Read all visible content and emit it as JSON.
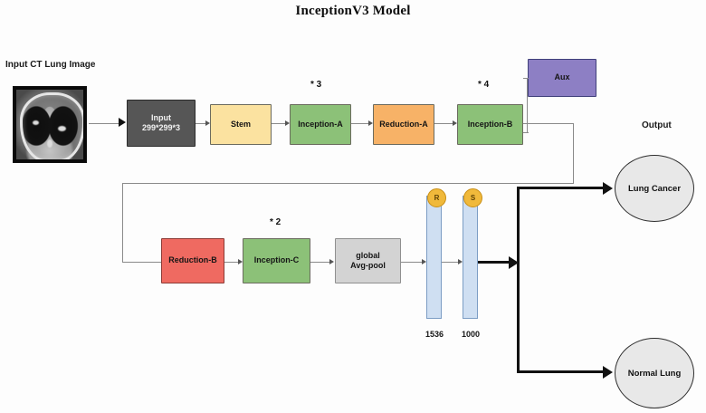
{
  "diagram": {
    "title": "InceptionV3 Model",
    "input_label": "Input CT Lung Image",
    "output_label": "Output",
    "input_image_name": "ct-lung-scan"
  },
  "stage1": {
    "input": {
      "line1": "Input",
      "line2": "299*299*3",
      "color": "#565656"
    },
    "stem": {
      "label": "Stem",
      "color": "#fbe2a0"
    },
    "inception_a": {
      "label": "Inception-A",
      "color": "#8cc178",
      "multiplier": "* 3"
    },
    "reduction_a": {
      "label": "Reduction-A",
      "color": "#f7b267"
    },
    "inception_b": {
      "label": "Inception-B",
      "color": "#8cc178",
      "multiplier": "* 4"
    },
    "aux": {
      "label": "Aux",
      "color": "#8d7fc4"
    }
  },
  "stage2": {
    "reduction_b": {
      "label": "Reduction-B",
      "color": "#ef6a61"
    },
    "inception_c": {
      "label": "Inception-C",
      "color": "#8cc178",
      "multiplier": "* 2"
    },
    "global_avg_pool": {
      "line1": "global",
      "line2": "Avg-pool",
      "color": "#d3d3d3"
    }
  },
  "vectors": [
    {
      "tag": "R",
      "size": "1536",
      "color": "#cfdff2",
      "tag_color": "#f0b93b"
    },
    {
      "tag": "S",
      "size": "1000",
      "color": "#cfdff2",
      "tag_color": "#f0b93b"
    }
  ],
  "outputs": [
    {
      "label": "Lung Cancer",
      "color": "#e8e8e8"
    },
    {
      "label": "Normal Lung",
      "color": "#e8e8e8"
    }
  ]
}
